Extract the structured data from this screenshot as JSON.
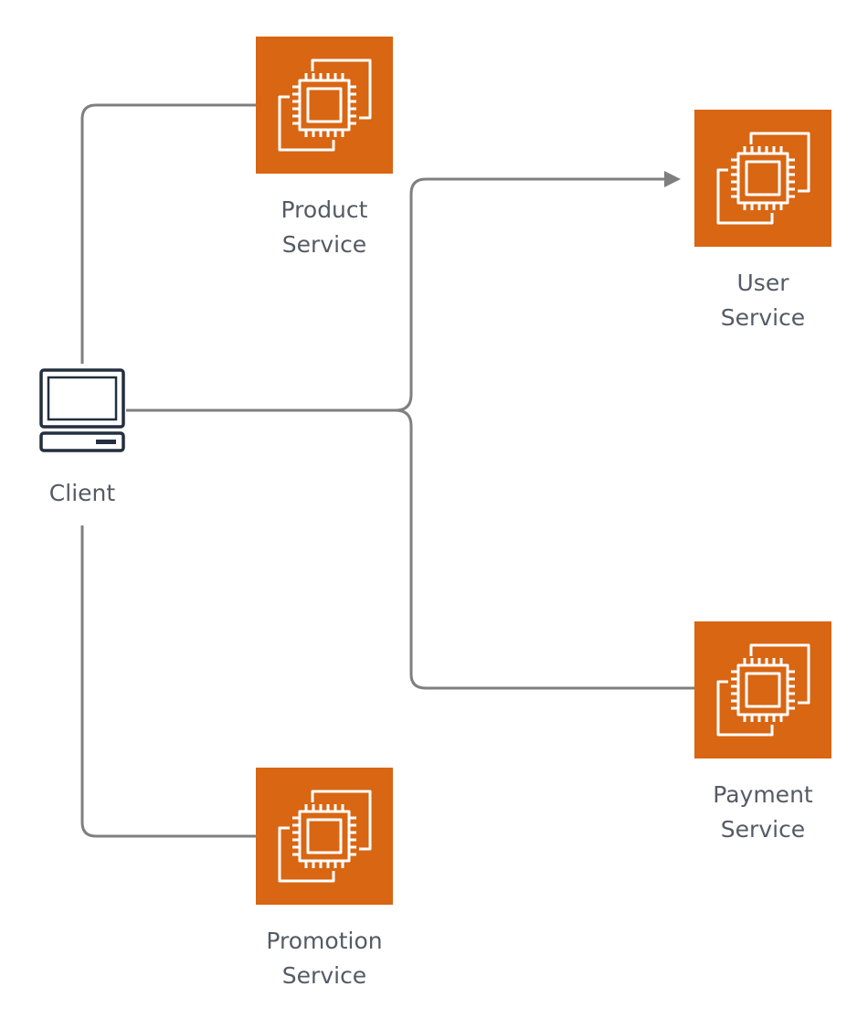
{
  "colors": {
    "service_fill": "#d86613",
    "icon_stroke": "#ffffff",
    "connector": "#7f7f7f",
    "client_icon": "#232f3e",
    "label_text": "#545b64",
    "background": "#ffffff"
  },
  "client": {
    "icon": "desktop-computer-icon",
    "label": "Client"
  },
  "services": {
    "product": {
      "icon": "ec2-instances-icon",
      "line1": "Product",
      "line2": "Service"
    },
    "user": {
      "icon": "ec2-instances-icon",
      "line1": "User",
      "line2": "Service"
    },
    "payment": {
      "icon": "ec2-instances-icon",
      "line1": "Payment",
      "line2": "Service"
    },
    "promotion": {
      "icon": "ec2-instances-icon",
      "line1": "Promotion",
      "line2": "Service"
    }
  },
  "connections": [
    {
      "from": "Client",
      "to": "Product Service",
      "arrow": false
    },
    {
      "from": "Client",
      "to": "User Service",
      "arrow": true
    },
    {
      "from": "Client",
      "to": "Payment Service",
      "arrow": false
    },
    {
      "from": "Client",
      "to": "Promotion Service",
      "arrow": false
    }
  ]
}
